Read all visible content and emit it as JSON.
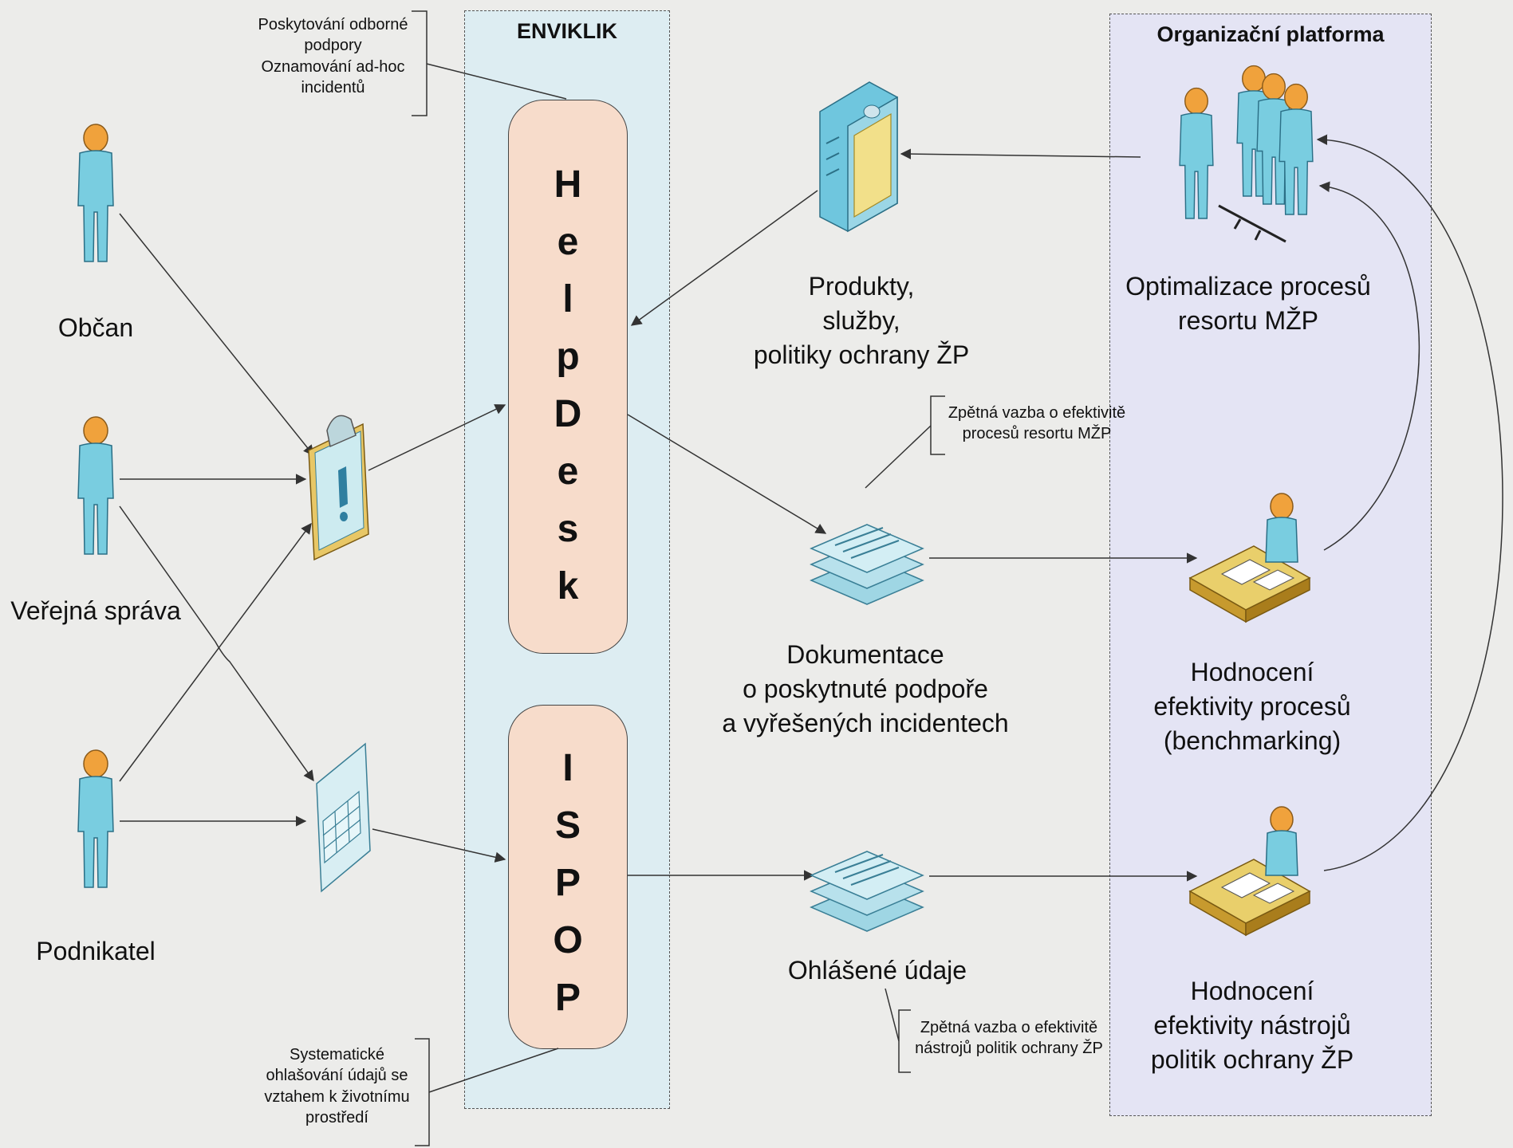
{
  "panels": {
    "enviklik": "ENVIKLIK",
    "platform": "Organizační platforma"
  },
  "systems": {
    "helpdesk": [
      "H",
      "e",
      "l",
      "p",
      "D",
      "e",
      "s",
      "k"
    ],
    "ispop": [
      "I",
      "S",
      "P",
      "O",
      "P"
    ]
  },
  "actors": {
    "citizen": "Občan",
    "public_admin": "Veřejná správa",
    "entrepreneur": "Podnikatel"
  },
  "nodes": {
    "products": "Produkty,\nslužby,\npolitiky ochrany ŽP",
    "optimization": "Optimalizace procesů\nresortu MŽP",
    "documentation": "Dokumentace\no poskytnuté podpoře\na vyřešených incidentech",
    "benchmarking": "Hodnocení\nefektivity procesů\n(benchmarking)",
    "reported_data": "Ohlášené údaje",
    "tools_evaluation": "Hodnocení\nefektivity nástrojů\npolitik ochrany ŽP"
  },
  "annotations": {
    "support": "Poskytování odborné\npodpory\nOznamování ad-hoc\nincidentů",
    "feedback_processes": "Zpětná vazba o efektivitě\nprocesů resortu MŽP",
    "feedback_tools": "Zpětná vazba o efektivitě\nnástrojů politik ochrany ŽP",
    "systematic": "Systematické\nohlašování údajů se\nvztahem k životnímu\nprostředí"
  },
  "colors": {
    "enviklik_panel": "#ddedf2",
    "platform_panel": "#e4e4f4",
    "system_box": "#f7dccb",
    "person": "#79cde0",
    "person_head": "#f0a23c",
    "document": "#cdebf0",
    "desk": "#e9cf6b"
  }
}
